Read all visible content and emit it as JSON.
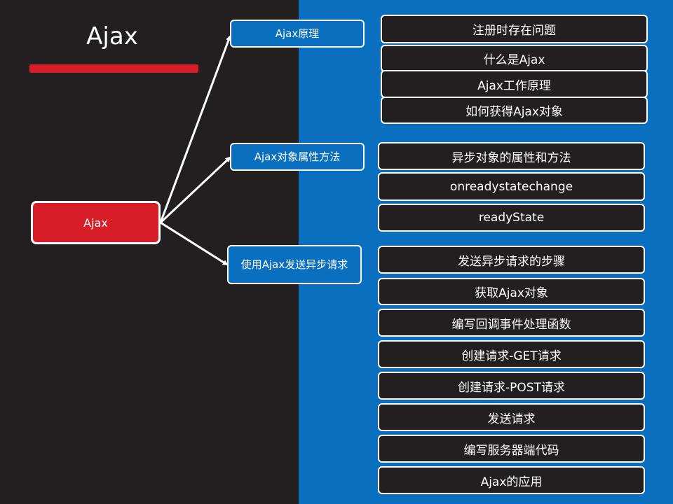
{
  "title": "Ajax",
  "root": "Ajax",
  "categories": [
    {
      "label": "Ajax原理",
      "children": [
        "注册时存在问题",
        "什么是Ajax",
        "Ajax工作原理",
        "如何获得Ajax对象"
      ]
    },
    {
      "label": "Ajax对象属性方法",
      "children": [
        "异步对象的属性和方法",
        "onreadystatechange",
        "readyState"
      ]
    },
    {
      "label": "使用Ajax发送异步请求",
      "children": [
        "发送异步请求的步骤",
        "获取Ajax对象",
        "编写回调事件处理函数",
        "创建请求-GET请求",
        "创建请求-POST请求",
        "发送请求",
        "编写服务器端代码",
        "Ajax的应用"
      ]
    }
  ],
  "colors": {
    "left_bg": "#231f20",
    "right_bg": "#0b6fc0",
    "accent": "#d71e28"
  }
}
